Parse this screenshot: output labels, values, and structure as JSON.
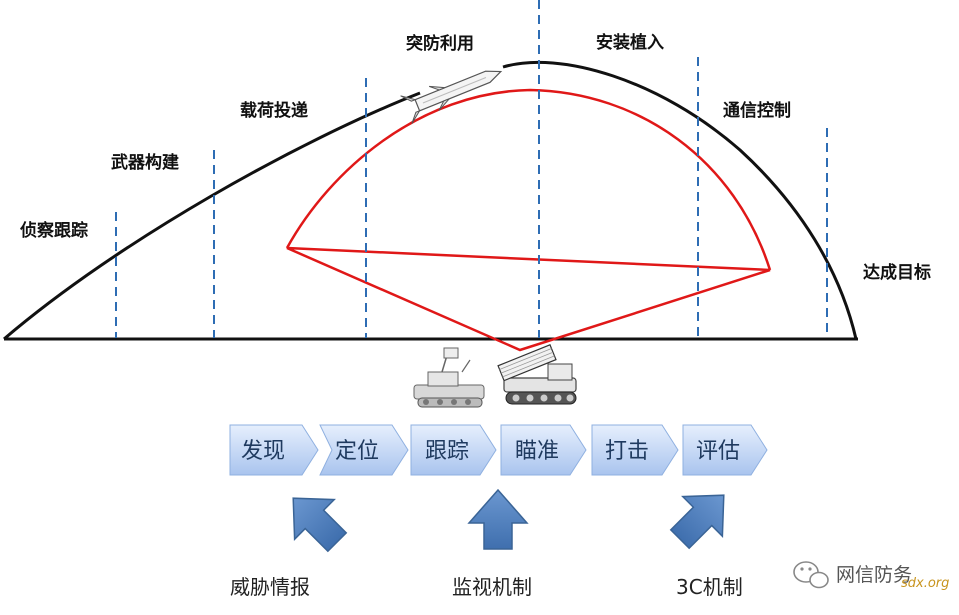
{
  "arc_stages": [
    {
      "id": "recon",
      "label": "侦察跟踪"
    },
    {
      "id": "weaponize",
      "label": "武器构建"
    },
    {
      "id": "deliver",
      "label": "载荷投递"
    },
    {
      "id": "exploit",
      "label": "突防利用"
    },
    {
      "id": "install",
      "label": "安装植入"
    },
    {
      "id": "c2",
      "label": "通信控制"
    },
    {
      "id": "objective",
      "label": "达成目标"
    }
  ],
  "chevrons": [
    {
      "id": "find",
      "label": "发现"
    },
    {
      "id": "fix",
      "label": "定位"
    },
    {
      "id": "track",
      "label": "跟踪"
    },
    {
      "id": "target",
      "label": "瞄准"
    },
    {
      "id": "engage",
      "label": "打击"
    },
    {
      "id": "assess",
      "label": "评估"
    }
  ],
  "mechanisms": [
    {
      "id": "threat-intel",
      "label": "威胁情报"
    },
    {
      "id": "monitoring",
      "label": "监视机制"
    },
    {
      "id": "c3",
      "label": "3C机制"
    }
  ],
  "watermark": {
    "name": "网信防务",
    "domain": "sdx.org"
  },
  "colors": {
    "arc": "#111111",
    "sector": "#e01818",
    "divider": "#2e6db4",
    "chevron_fill_top": "#dce8fb",
    "chevron_fill_bottom": "#a9c4ee",
    "chevron_stroke": "#8fb0e0",
    "arrow_fill": "#4f81bd",
    "arrow_stroke": "#3a6496"
  }
}
